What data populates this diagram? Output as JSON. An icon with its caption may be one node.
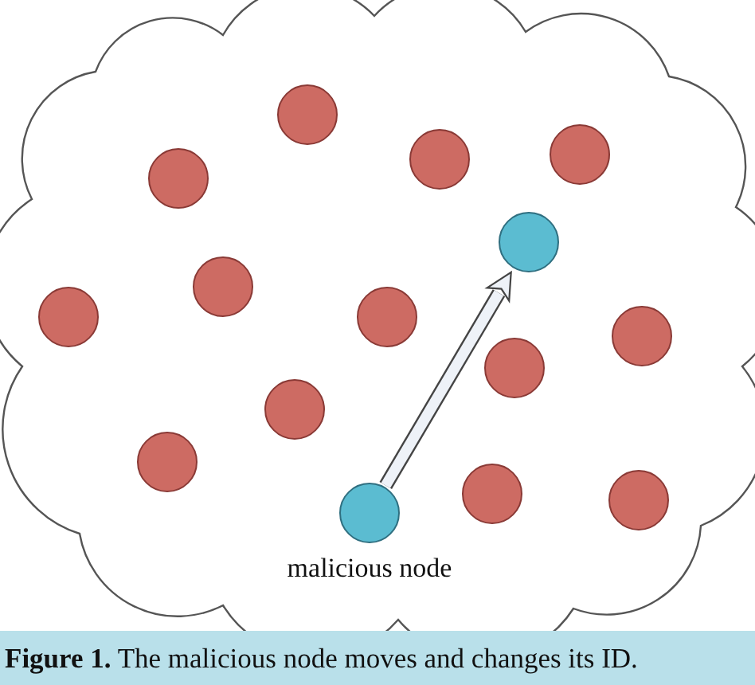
{
  "diagram": {
    "caption": "**Figure 1.** The malicious node moves and changes its ID.",
    "nodes": [
      {
        "text": [],
        "shape": "cloud"
      },
      {
        "text": [],
        "shape": "circle",
        "in": 0
      },
      {
        "text": [],
        "shape": "circle",
        "in": 0
      },
      {
        "text": [],
        "shape": "circle",
        "in": 0
      },
      {
        "text": [],
        "shape": "circle",
        "in": 0
      },
      {
        "text": [],
        "shape": "circle",
        "in": 0
      },
      {
        "text": [],
        "shape": "circle",
        "in": 0
      },
      {
        "text": [],
        "shape": "circle",
        "in": 0
      },
      {
        "text": [],
        "shape": "circle",
        "in": 0
      },
      {
        "text": [],
        "shape": "circle",
        "in": 0
      },
      {
        "text": [],
        "shape": "circle",
        "in": 0
      },
      {
        "text": [],
        "shape": "circle",
        "in": 0
      },
      {
        "text": [],
        "shape": "circle",
        "in": 0
      },
      {
        "text": [],
        "shape": "circle",
        "in": 0
      },
      {
        "text": [],
        "shape": "circle",
        "in": 0
      },
      {
        "text": [],
        "shape": "circle",
        "in": 0,
        "beside": [
          "malicious node"
        ]
      }
    ],
    "edges": [
      {
        "from": 15,
        "to": 5,
        "arrow": "to"
      }
    ]
  }
}
